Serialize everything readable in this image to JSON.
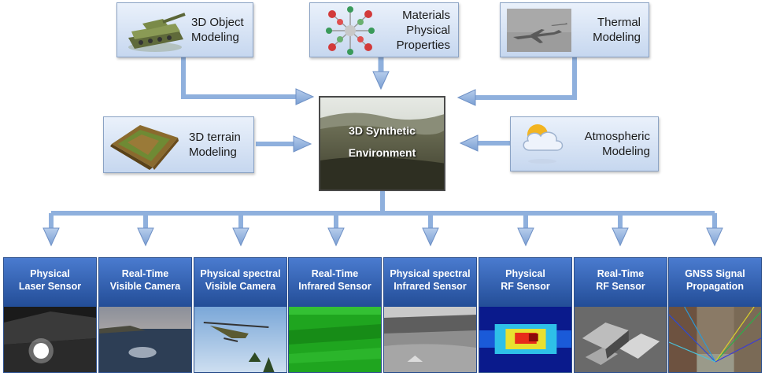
{
  "inputs": {
    "object_modeling": "3D Object\nModeling",
    "materials": "Materials\nPhysical\nProperties",
    "thermal": "Thermal\nModeling",
    "terrain": "3D terrain\nModeling",
    "atmospheric": "Atmospheric\nModeling"
  },
  "center": {
    "label": "3D Synthetic\nEnvironment"
  },
  "sensors": [
    {
      "label": "Physical\nLaser Sensor"
    },
    {
      "label": "Real-Time\nVisible Camera"
    },
    {
      "label": "Physical spectral\nVisible Camera"
    },
    {
      "label": "Real-Time\nInfrared Sensor"
    },
    {
      "label": "Physical spectral\nInfrared Sensor"
    },
    {
      "label": "Physical\nRF Sensor"
    },
    {
      "label": "Real-Time\nRF Sensor"
    },
    {
      "label": "GNSS Signal\nPropagation"
    }
  ],
  "colors": {
    "arrow": "#8fb0dd",
    "box_border": "#8aa2c4",
    "sensor_header": "#2b5aa8"
  }
}
